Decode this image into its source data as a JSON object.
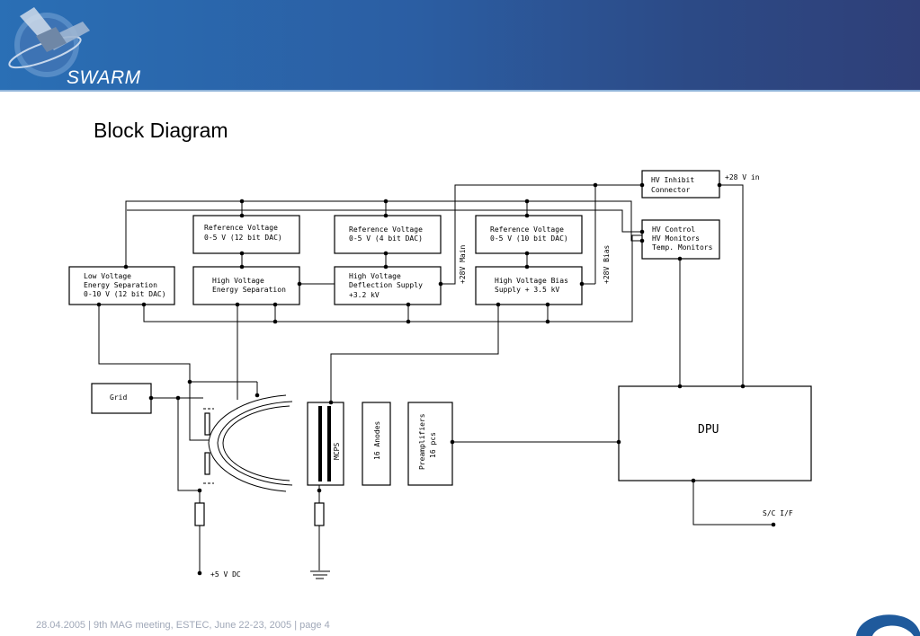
{
  "header": {
    "logo_text": "SWARM",
    "colors": {
      "banner_start": "#2a6fb5",
      "banner_end": "#2f3f78",
      "accent": "#8fb3d9"
    }
  },
  "slide": {
    "title": "Block Diagram"
  },
  "diagram": {
    "hv_inhibit": [
      "HV Inhibit",
      "Connector"
    ],
    "plus28_in": "+28 V in",
    "hv_control": [
      "HV Control",
      "HV Monitors",
      "Temp. Monitors"
    ],
    "ref_energy": [
      "Reference Voltage",
      "0-5 V (12 bit DAC)"
    ],
    "ref_deflection": [
      "Reference Voltage",
      "0-5 V (4 bit DAC)"
    ],
    "ref_bias": [
      "Reference Voltage",
      "0-5 V (10 bit DAC)"
    ],
    "low_voltage": [
      "Low Voltage",
      "Energy Separation",
      "0-10 V (12 bit DAC)"
    ],
    "hv_energy": [
      "High Voltage",
      "Energy Separation"
    ],
    "hv_deflection": [
      "High Voltage",
      "Deflection Supply",
      "+3.2 kV"
    ],
    "hv_bias": [
      "High Voltage Bias",
      "Supply + 3.5 kV"
    ],
    "plus28_main": "+28V Main",
    "plus28_bias": "+28V Bias",
    "grid": "Grid",
    "mcps": "MCPS",
    "anodes": "16 Anodes",
    "preamps": [
      "Preamplifiers",
      "16 pcs"
    ],
    "dpu": "DPU",
    "sc_if": "S/C I/F",
    "plus5_dc": "+5 V DC"
  },
  "footer": {
    "text": "28.04.2005  | 9th MAG meeting, ESTEC, June 22-23, 2005 | page 4"
  }
}
